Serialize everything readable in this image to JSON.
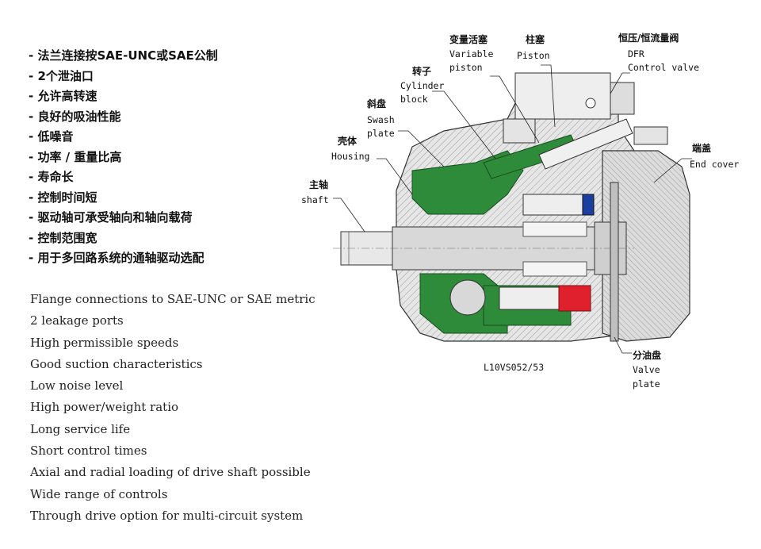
{
  "features_zh": [
    "- 法兰连接按SAE-UNC或SAE公制",
    "- 2个泄油口",
    "- 允许高转速",
    "- 良好的吸油性能",
    "- 低噪音",
    "- 功率 / 重量比高",
    "- 寿命长",
    "- 控制时间短",
    "- 驱动轴可承受轴向和轴向载荷",
    "- 控制范围宽",
    "- 用于多回路系统的通轴驱动选配"
  ],
  "features_en": [
    "Flange connections to SAE-UNC or SAE metric",
    "2 leakage ports",
    "High permissible speeds",
    "Good suction characteristics",
    "Low noise level",
    "High power/weight ratio",
    "Long service life",
    "Short control times",
    "Axial and radial loading of drive shaft possible",
    "Wide range of controls",
    "Through drive option for multi-circuit system"
  ],
  "diagram": {
    "model_code": "L10VS052/53",
    "labels": {
      "variable_piston": {
        "zh": "变量活塞",
        "en1": "Variable",
        "en2": "piston"
      },
      "piston": {
        "zh": "柱塞",
        "en1": "Piston"
      },
      "control_valve": {
        "zh": "恒压/恒流量阀",
        "en1": "DFR",
        "en2": "Control valve"
      },
      "cylinder_block": {
        "zh": "转子",
        "en1": "Cylinder",
        "en2": "block"
      },
      "swash_plate": {
        "zh": "斜盘",
        "en1": "Swash",
        "en2": "plate"
      },
      "housing": {
        "zh": "壳体",
        "en1": "Housing"
      },
      "shaft": {
        "zh": "主轴",
        "en1": "shaft"
      },
      "end_cover": {
        "zh": "端盖",
        "en1": "End cover"
      },
      "valve_plate": {
        "zh": "分油盘",
        "en1": "Valve",
        "en2": "plate"
      }
    },
    "colors": {
      "green": "#2e8b3a",
      "red": "#e0202c",
      "blue": "#1a3fa0",
      "metal": "#d4d4d4",
      "hatch": "#999999"
    }
  }
}
